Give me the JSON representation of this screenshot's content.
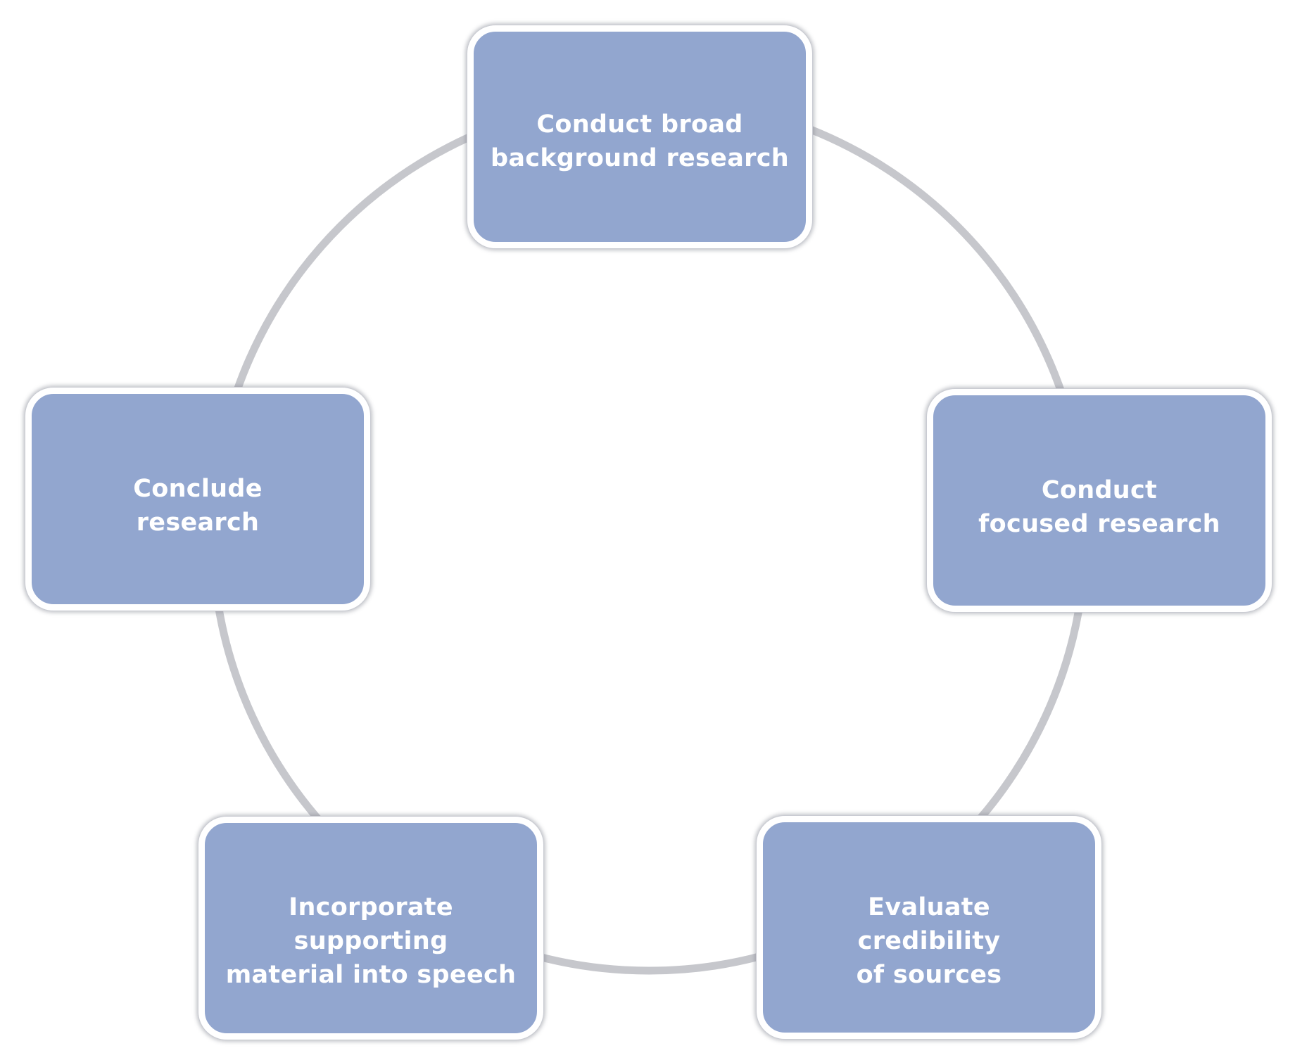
{
  "diagram": {
    "type": "cycle",
    "ring_color": "#c6c7cc",
    "box_fill": "#92a6cf",
    "box_border": "#ffffff",
    "text_color": "#ffffff",
    "steps": [
      {
        "label": "Conduct broad\nbackground research"
      },
      {
        "label": "Conduct\nfocused research"
      },
      {
        "label": "Evaluate\ncredibility\nof sources"
      },
      {
        "label": "Incorporate\nsupporting\nmaterial into speech"
      },
      {
        "label": "Conclude\nresearch"
      }
    ]
  }
}
